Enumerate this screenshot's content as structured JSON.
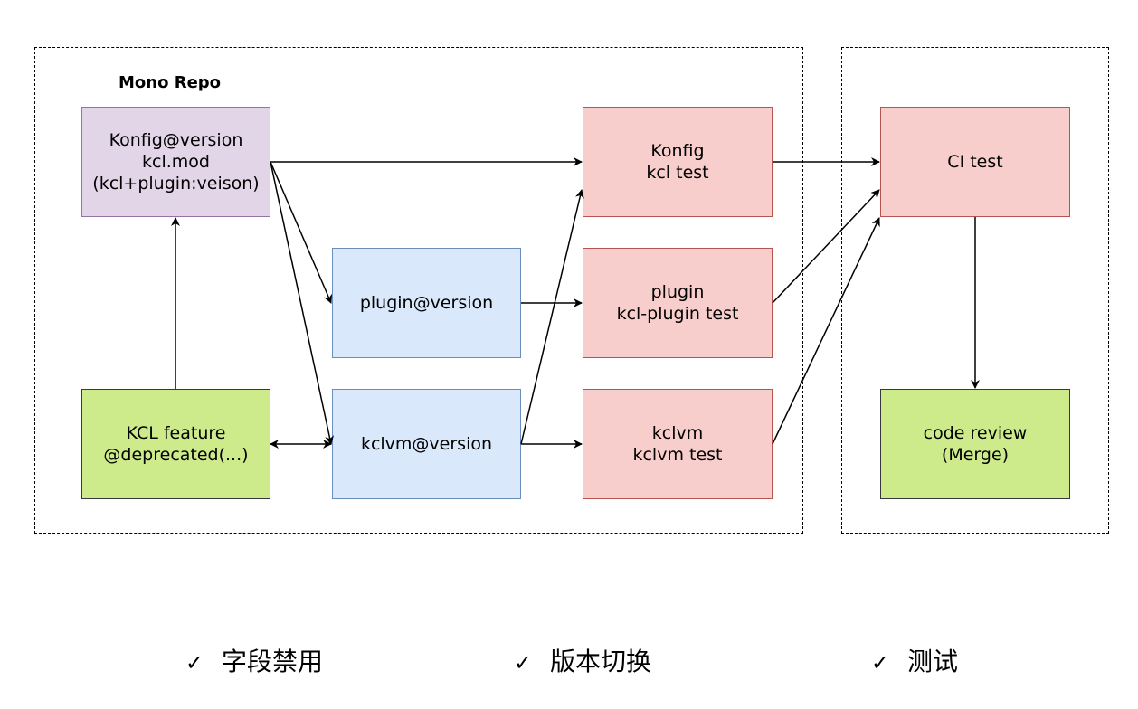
{
  "groups": {
    "monorepo_title": "Mono Repo"
  },
  "nodes": {
    "konfig_version": [
      "Konfig@version",
      "kcl.mod",
      "(kcl+plugin:veison)"
    ],
    "kcl_feature": [
      "KCL feature",
      "@deprecated(...)"
    ],
    "plugin_version": [
      "plugin@version"
    ],
    "kclvm_version": [
      "kclvm@version"
    ],
    "konfig_test": [
      "Konfig",
      "kcl test"
    ],
    "plugin_test": [
      "plugin",
      "kcl-plugin test"
    ],
    "kclvm_test": [
      "kclvm",
      "kclvm test"
    ],
    "ci_test": [
      "CI test"
    ],
    "code_review": [
      "code review",
      "(Merge)"
    ]
  },
  "legend": [
    {
      "check": "✓",
      "label": "字段禁用"
    },
    {
      "check": "✓",
      "label": "版本切换"
    },
    {
      "check": "✓",
      "label": "测试"
    }
  ],
  "colors": {
    "purple_fill": "#e1d5e7",
    "blue_fill": "#dae8fc",
    "red_fill": "#f8cecc",
    "green_fill": "#cdeb8b"
  }
}
